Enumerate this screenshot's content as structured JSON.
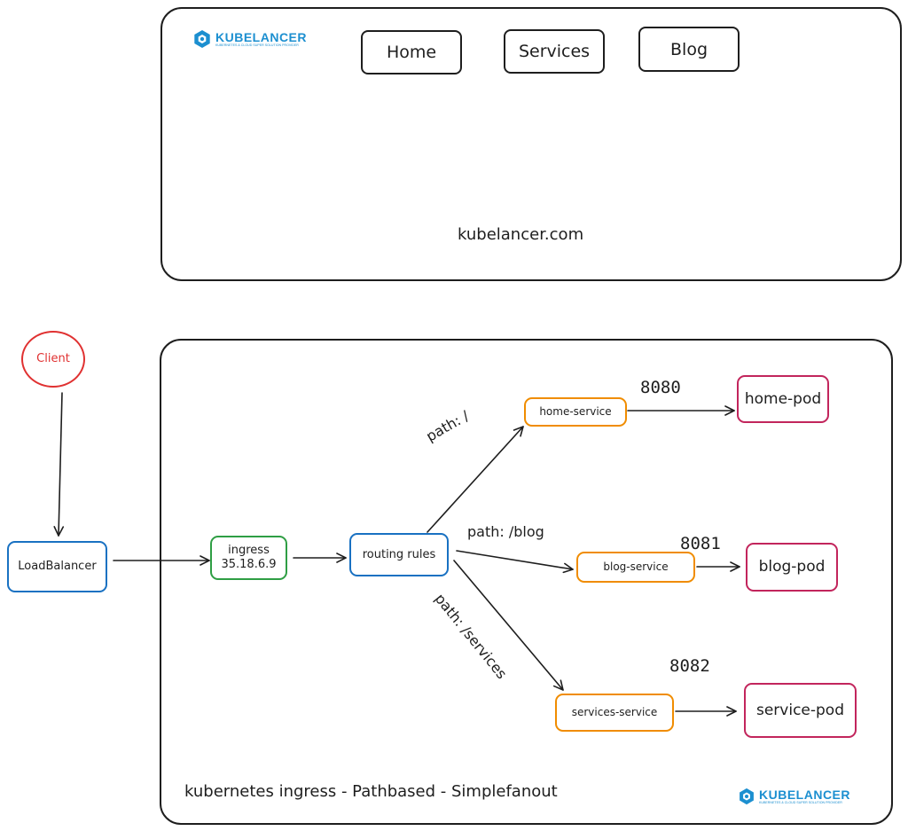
{
  "website": {
    "logo": {
      "name": "KUBELANCER",
      "tagline": "KUBERNETES & CLOUD SUPER SOLUTION PROVIDER",
      "color": "#1c8fd0"
    },
    "nav": [
      {
        "label": "Home"
      },
      {
        "label": "Services"
      },
      {
        "label": "Blog"
      }
    ],
    "domain": "kubelancer.com"
  },
  "diagram": {
    "client": {
      "label": "Client",
      "color": "#e03131"
    },
    "load_balancer": {
      "label": "LoadBalancer",
      "color": "#1971c2"
    },
    "ingress": {
      "line1": "ingress",
      "line2": "35.18.6.9",
      "color": "#2f9e44"
    },
    "routing": {
      "label": "routing rules",
      "color": "#1971c2"
    },
    "paths": [
      {
        "label": "path: /"
      },
      {
        "label": "path: /blog"
      },
      {
        "label": "path: /services"
      }
    ],
    "services": [
      {
        "label": "home-service",
        "port": "8080",
        "pod": "home-pod"
      },
      {
        "label": "blog-service",
        "port": "8081",
        "pod": "blog-pod"
      },
      {
        "label": "services-service",
        "port": "8082",
        "pod": "service-pod"
      }
    ],
    "service_color": "#f08c00",
    "pod_color": "#c2255c",
    "caption": "kubernetes ingress - Pathbased - Simplefanout",
    "logo": {
      "name": "KUBELANCER",
      "tagline": "KUBERNETES & CLOUD SUPER SOLUTION PROVIDER"
    }
  }
}
